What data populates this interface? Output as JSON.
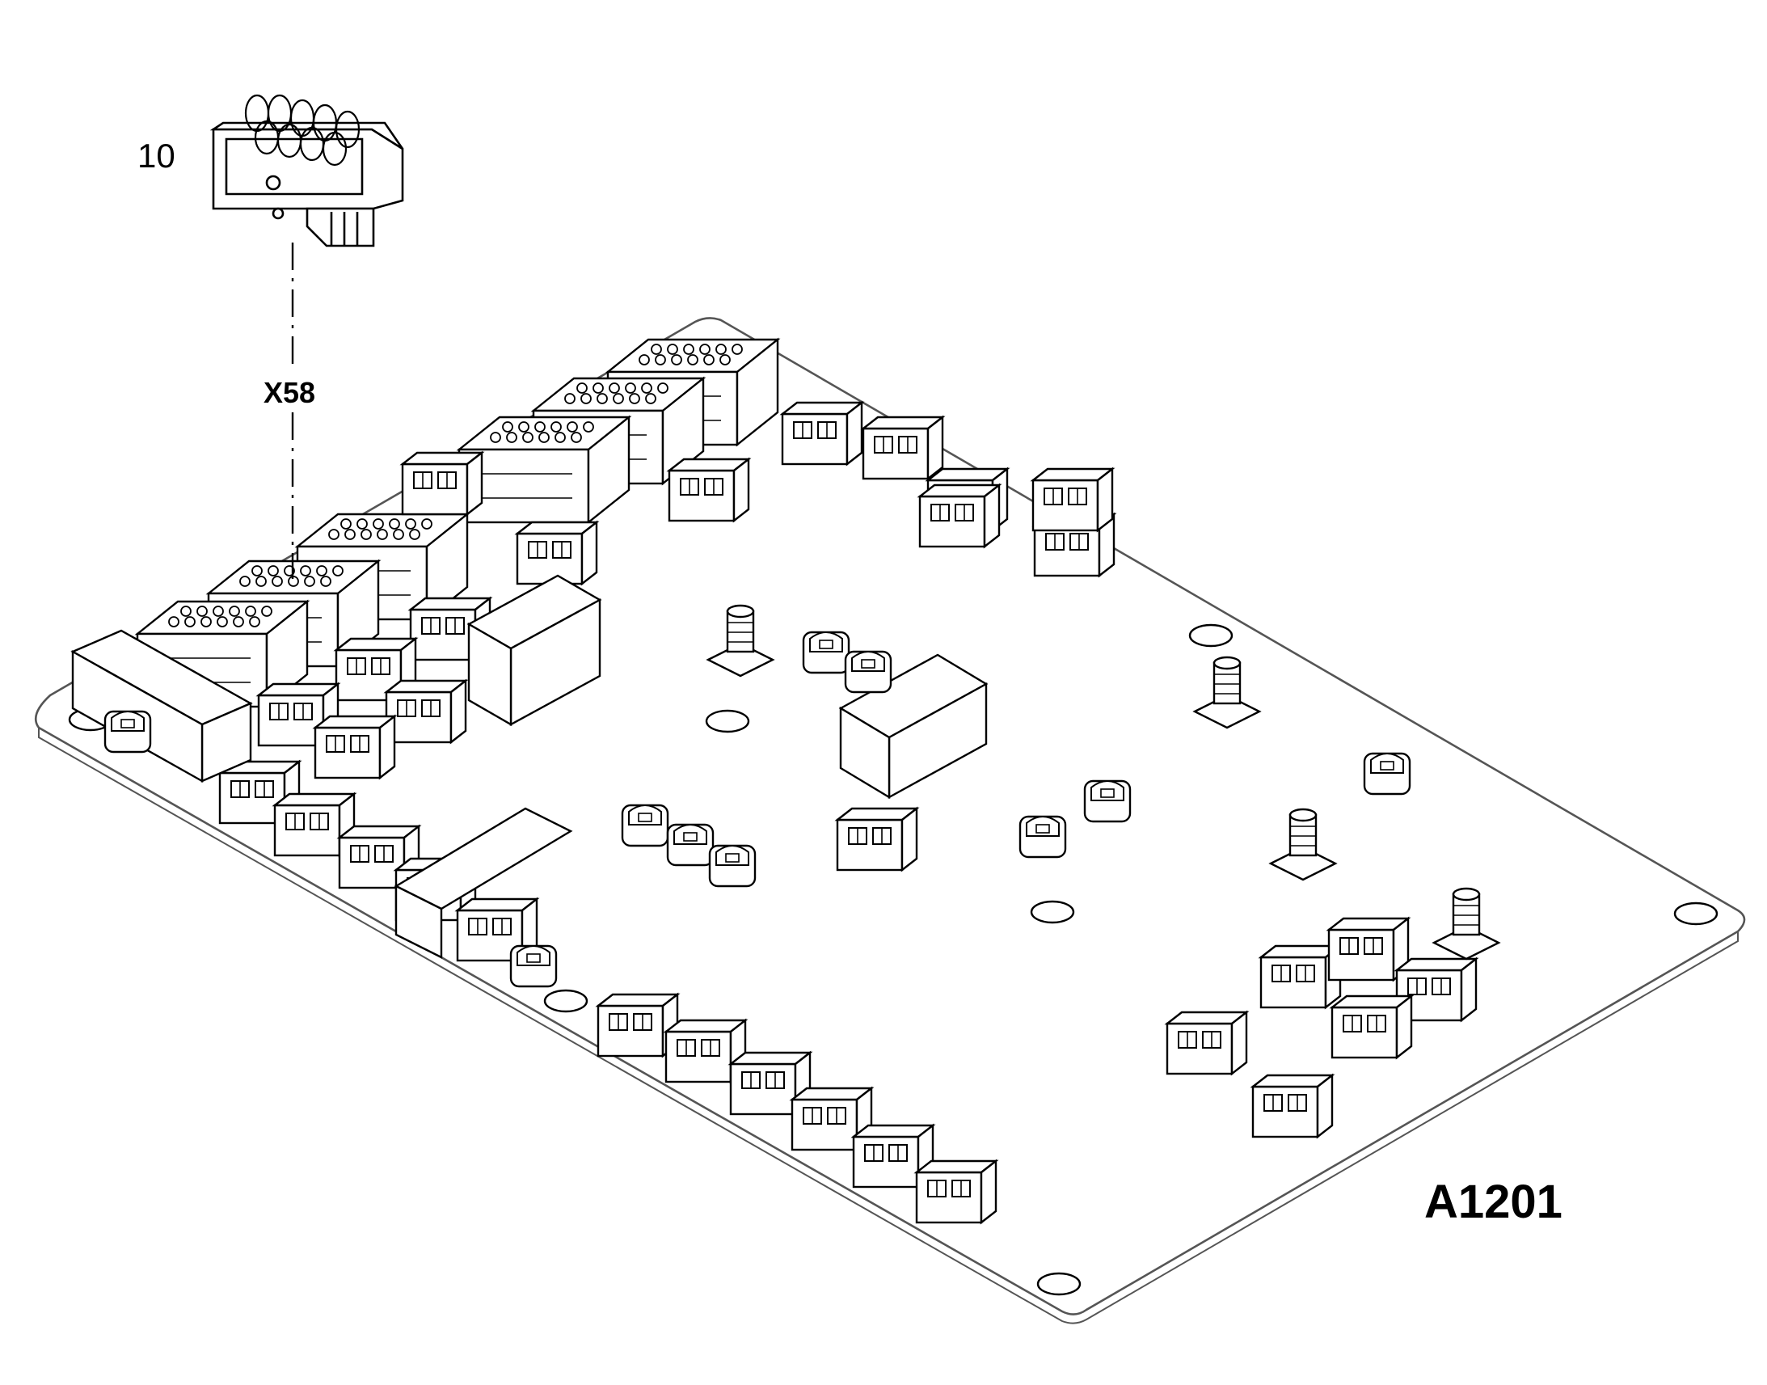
{
  "diagram": {
    "callouts": {
      "part_number": "10",
      "connector_ref": "X58",
      "assembly_ref": "A1201"
    },
    "colors": {
      "line": "#000000",
      "board_outline": "#555555",
      "background": "#ffffff"
    },
    "style": "isometric exploded parts view (line art)"
  }
}
